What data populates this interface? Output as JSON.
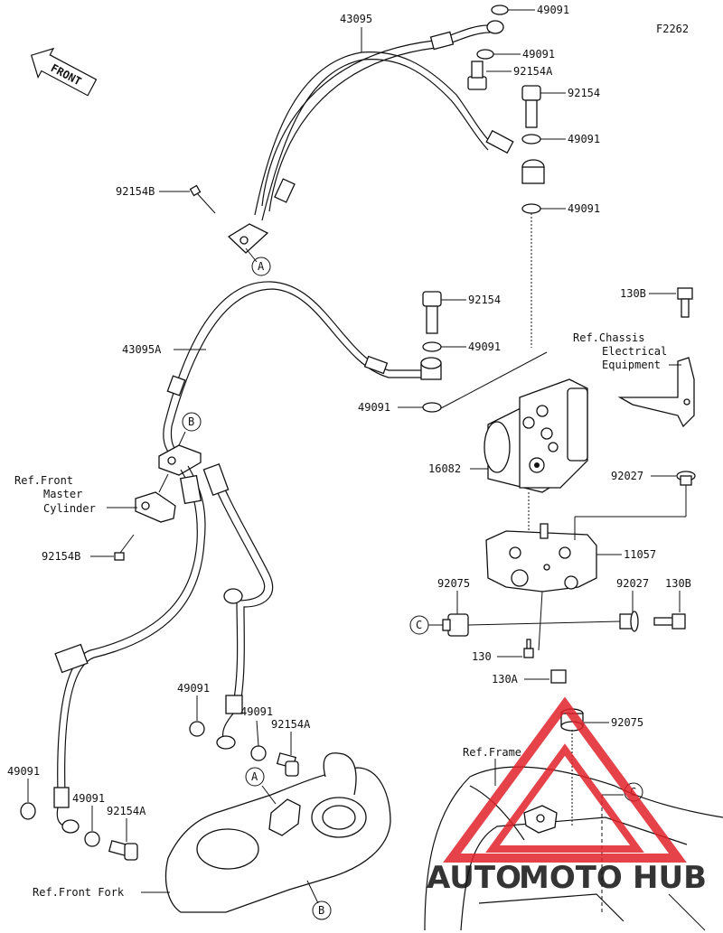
{
  "diagram": {
    "code": "F2262",
    "front_label": "FRONT",
    "labels": {
      "hose_upper": "43095",
      "hose_lower": "43095A",
      "washer": "49091",
      "bolt_a": "92154A",
      "bolt": "92154",
      "bolt_b": "92154B",
      "abs_unit": "16082",
      "bracket": "11057",
      "grommet": "92075",
      "collar": "92027",
      "bolt_130": "130",
      "bolt_130a": "130A",
      "bolt_130b": "130B"
    },
    "refs": {
      "chassis": [
        "Ref.Chassis",
        "Electrical",
        "Equipment"
      ],
      "master": [
        "Ref.Front",
        "Master",
        "Cylinder"
      ],
      "frame": "Ref.Frame",
      "fork": "Ref.Front Fork"
    },
    "callouts": {
      "a": "A",
      "b": "B",
      "c": "C"
    }
  },
  "watermark": {
    "part1": "AUTO",
    "part2": "MOTO",
    "part3": "HUB",
    "color_red": "#e2212a",
    "color_gold": "#f2b21c",
    "color_grey": "#555555"
  }
}
